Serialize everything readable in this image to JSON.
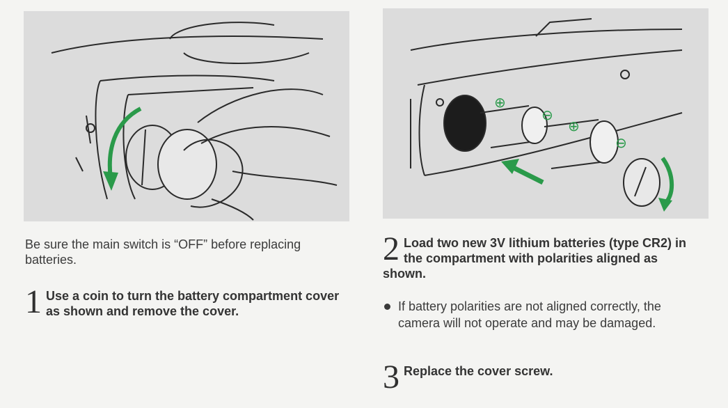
{
  "note": "Be sure the main switch is “OFF” before replacing batteries.",
  "steps": [
    {
      "number": "1",
      "text": "Use a coin to turn the battery compartment cover as shown and remove the cover."
    },
    {
      "number": "2",
      "text": "Load two new 3V lithium batteries (type CR2) in the compartment with polarities aligned as shown."
    },
    {
      "number": "3",
      "text": "Replace the cover screw."
    }
  ],
  "bullet": "If battery polarities are not aligned correctly, the camera will not operate and may be damaged.",
  "polarity_marks": {
    "plus": "⊕",
    "minus": "⊖"
  },
  "colors": {
    "arrow": "#2a9a4a",
    "illustration_bg": "#dcdcdc",
    "line": "#2a2a2a"
  }
}
